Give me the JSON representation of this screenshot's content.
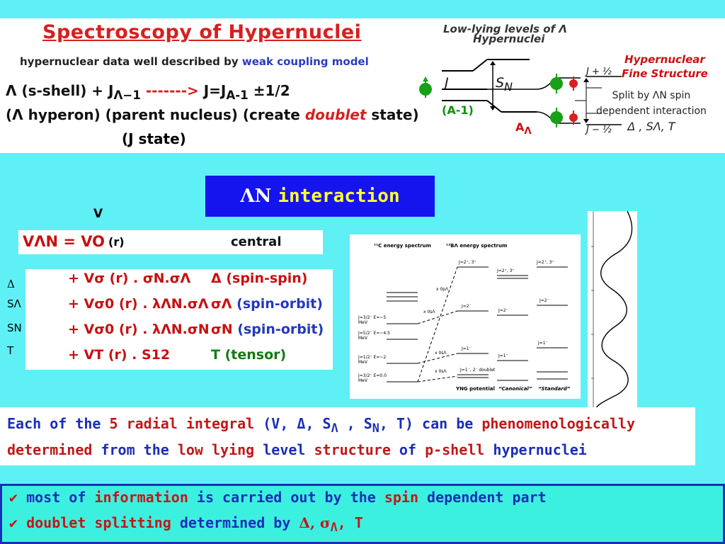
{
  "banner": {
    "title": "Spectroscopy of Hypernuclei",
    "subtitle_prefix": "hypernuclear data well described by",
    "subtitle_model": "weak coupling model",
    "line1_left": "Λ (s-shell)  +  J",
    "line1_sub": "Λ−1",
    "line1_arrow": "  ------->  ",
    "line1_right": "J=J",
    "line1_right_sub": "A-1",
    "line1_pm": " ±1/2",
    "line2_a": "(Λ hyperon) (parent nucleus) (create ",
    "line2_doublet": "doublet",
    "line2_b": " state)",
    "line3": "(J state)"
  },
  "level_figure": {
    "title_line1": "Low-lying levels of Λ",
    "title_line2": "Hypernuclei",
    "J": "J",
    "SN": "S",
    "SN_sub": "N",
    "A1": "(A-1)",
    "AL": "A",
    "AL_sub": "Λ",
    "J_plus": "J + ½",
    "J_minus": "J − ½",
    "fs_line1": "Hypernuclear",
    "fs_line2": "Fine Structure",
    "split_line1": "Split by ΛN spin",
    "split_line2": "dependent interaction",
    "split_line3": "Δ , SΛ, T"
  },
  "interaction_title": {
    "sym": "ΛN",
    "word": "interaction"
  },
  "potential": {
    "v_label": "V",
    "central_eq": "VΛN  =  VO",
    "central_r": "(r)",
    "central_label": "central",
    "side_symbols": [
      "Δ",
      "SΛ",
      "SN",
      "T"
    ],
    "terms": [
      {
        "expr": "+ Vσ (r) . σN.σΛ",
        "label_sym": "Δ",
        "label_txt": " (spin-spin)"
      },
      {
        "expr": "+ Vσ0 (r) . λΛN.σΛ",
        "label_sym": "σΛ",
        "label_txt": " (spin-orbit)"
      },
      {
        "expr": "+ Vσ0 (r) . λΛN.σN",
        "label_sym": "σN",
        "label_txt": " (spin-orbit)"
      },
      {
        "expr": "+ VT (r) . S12",
        "label_sym": "T",
        "label_txt": "   (tensor)"
      }
    ]
  },
  "spectrum_figure": {
    "head_left": "¹¹C energy spectrum",
    "head_right": "¹²BΛ energy spectrum",
    "levels_left": [
      "J=3/2⁻ E=~5 MeV",
      "J=5/2⁻ E=~4.5 MeV",
      "J=1/2⁻ E=~2 MeV",
      "J=3/2⁻ E=0.0 MeV"
    ],
    "labels": [
      "J=2⁺, 3⁺",
      "J=2⁺, 3⁺",
      "J=2⁺, 3⁺",
      "J=2⁻",
      "J=2⁻",
      "J=2⁻",
      "J=1⁻",
      "J=1⁻",
      "J=1⁻",
      "J=1⁻, 2⁻ doublet"
    ],
    "x_marks": [
      "x 0pΛ",
      "x 0sΛ",
      "x 0sΛ",
      "x 0sΛ"
    ],
    "footer": [
      "YNG potential",
      "“Canonical”",
      "“Standard”"
    ]
  },
  "note": {
    "p1": "Each of the ",
    "n5": "5",
    "p2": " radial integral",
    "p3": " (V, Δ, S",
    "p3_sub": "Λ",
    "p4": " , S",
    "p4_sub": "N",
    "p5": ", T) ",
    "p6": "can be  ",
    "p7": "phenomenologically",
    "p8": "determined",
    "p9": " from the ",
    "p10": "low lying",
    "p11": " level ",
    "p12": "structure",
    "p13": " of ",
    "p14": "p-shell",
    "p15": " hypernuclei"
  },
  "summary": {
    "check": "✔",
    "l1a": " most of ",
    "l1b": "information",
    "l1c": " is carried out by the ",
    "l1d": "spin",
    "l1e": " dependent part",
    "l2a": " doublet splitting",
    "l2b": " determined by ",
    "l2c": "Δ, σ",
    "l2c_sub": "Λ",
    "l2d": ", T"
  }
}
